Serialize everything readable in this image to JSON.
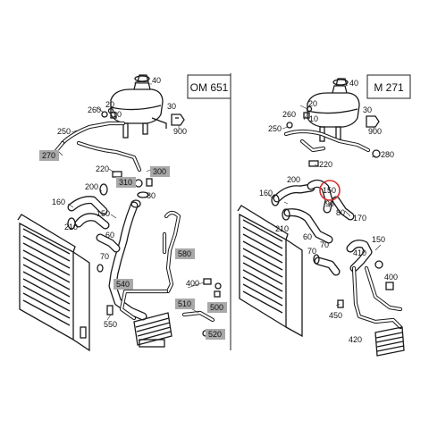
{
  "panels": {
    "left_title": "OM 651",
    "right_title": "M 271"
  },
  "left_labels": {
    "p40": "40",
    "p260": "260",
    "p20": "20",
    "p10": "10",
    "p30": "30",
    "p900": "900",
    "p250": "250",
    "p270": "270",
    "p220": "220",
    "p300": "300",
    "p310": "310",
    "p200": "200",
    "p80": "80",
    "p160": "160",
    "p150": "150",
    "p210": "210",
    "p60": "60",
    "p70": "70",
    "p580": "580",
    "p540": "540",
    "p400": "400",
    "p510": "510",
    "p500": "500",
    "p550": "550",
    "p520": "520"
  },
  "right_labels": {
    "p40": "40",
    "p20": "20",
    "p10": "10",
    "p260": "260",
    "p250": "250",
    "p30": "30",
    "p900": "900",
    "p280": "280",
    "p220": "220",
    "p200": "200",
    "p160": "160",
    "p150": "150",
    "p90": "90",
    "p80": "80",
    "p170": "170",
    "p210": "210",
    "p60": "60",
    "p70": "70",
    "p410": "410",
    "p400": "400",
    "p450": "450",
    "p420": "420"
  },
  "highlight": {
    "circled_part": "150",
    "circle_color": "#d32f2f",
    "tag_color": "#a9a9a9"
  },
  "highlighted_parts_left": [
    "270",
    "300",
    "310",
    "580",
    "540",
    "510",
    "500",
    "520"
  ]
}
